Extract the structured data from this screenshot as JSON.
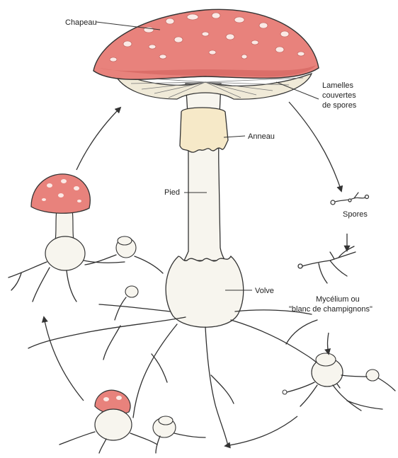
{
  "labels": {
    "chapeau": "Chapeau",
    "lamelles": [
      "Lamelles",
      "couvertes",
      "de spores"
    ],
    "anneau": "Anneau",
    "pied": "Pied",
    "spores": "Spores",
    "volve": "Volve",
    "mycelium": [
      "Mycélium ou",
      "\"blanc de champignons\""
    ]
  },
  "colors": {
    "cap": "#e8827c",
    "cap_dark": "#cf5f5a",
    "spots": "#fbe9e5",
    "stem": "#f7f5ee",
    "gills": "#f0ead8",
    "ink": "#333333"
  }
}
